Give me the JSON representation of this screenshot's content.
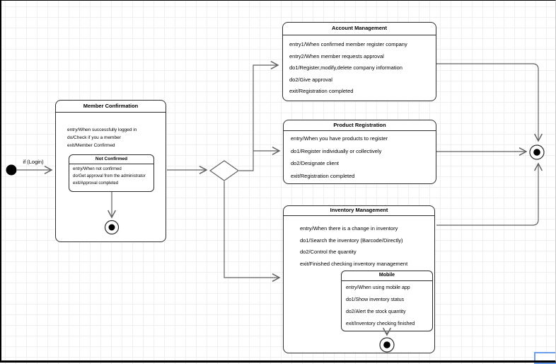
{
  "diagram": {
    "type": "uml-state-diagram",
    "initial_transition_label": "if (Login)",
    "states": {
      "member_confirmation": {
        "title": "Member Confirmation",
        "lines": [
          "entry/When successfully logged in",
          "do/Check if you a member",
          "exit/Member Confirmed"
        ],
        "substate": {
          "title": "Not Confirmed",
          "lines": [
            "entry/When not confirmed",
            "do/Get approval from the administrator",
            "exit/Approval completed"
          ]
        }
      },
      "account_management": {
        "title": "Account Management",
        "lines": [
          "entry1/When confirmed member register company",
          "entry2/When member requests approval",
          "do1/Register,modify,delete company information",
          "do2/Give approval",
          "exit/Registration completed"
        ]
      },
      "product_registration": {
        "title": "Product Registration",
        "lines": [
          "entry/When you have products to register",
          "do1/Register individually or collectively",
          "do2/Designate client",
          "exit/Registration completed"
        ]
      },
      "inventory_management": {
        "title": "Inventory Management",
        "lines": [
          "entry/When there is a change in inventory",
          "do1/Search the inventory (Barcode/Directly)",
          "do2/Control the quantity",
          "exit/Finished checking inventory management"
        ],
        "substate": {
          "title": "Mobile",
          "lines": [
            "entry/When using mobile app",
            "do1/Show inventory status",
            "do2/Alert the stock quantity",
            "exit/Inventory checking finished"
          ]
        }
      }
    },
    "colors": {
      "state_border": "#2d2d2d",
      "connector": "#616161",
      "grid_line": "#f0f0f0",
      "selection_border": "#6d9eec",
      "text": "#000000"
    }
  }
}
